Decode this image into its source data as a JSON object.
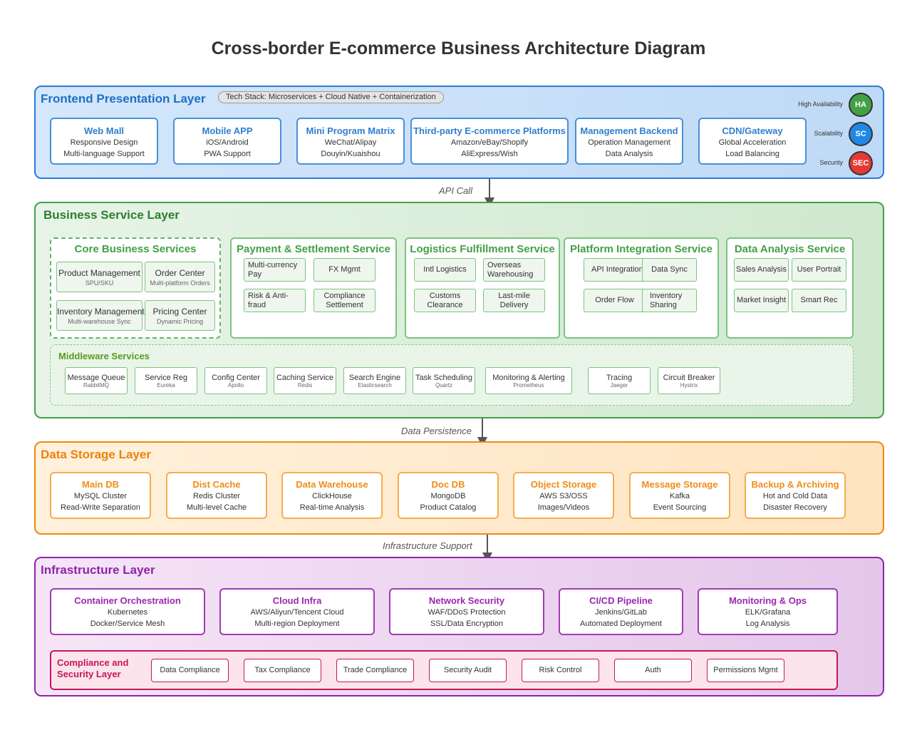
{
  "title": "Cross-border E-commerce Business Architecture Diagram",
  "frontend": {
    "title": "Frontend Presentation Layer",
    "tech_stack": "Tech Stack: Microservices + Cloud Native + Containerization",
    "boxes": [
      {
        "name": "Web Mall",
        "lines": [
          "Responsive Design",
          "Multi-language Support"
        ]
      },
      {
        "name": "Mobile APP",
        "lines": [
          "iOS/Android",
          "PWA Support"
        ]
      },
      {
        "name": "Mini Program Matrix",
        "lines": [
          "WeChat/Alipay",
          "Douyin/Kuaishou"
        ]
      },
      {
        "name": "Third-party E-commerce Platforms",
        "lines": [
          "Amazon/eBay/Shopify",
          "AliExpress/Wish"
        ]
      },
      {
        "name": "Management Backend",
        "lines": [
          "Operation Management",
          "Data Analysis"
        ]
      },
      {
        "name": "CDN/Gateway",
        "lines": [
          "Global Acceleration",
          "Load Balancing"
        ]
      }
    ],
    "indicators": [
      {
        "label": "High Availability",
        "abbr": "HA",
        "color": "#43a047"
      },
      {
        "label": "Scalability",
        "abbr": "SC",
        "color": "#1e88e5"
      },
      {
        "label": "Security",
        "abbr": "SEC",
        "color": "#e53935"
      }
    ]
  },
  "connectors": {
    "api": "API Call",
    "persistence": "Data Persistence",
    "infrastructure": "Infrastructure Support"
  },
  "business": {
    "title": "Business Service Layer",
    "core": {
      "title": "Core Business Services",
      "items": [
        {
          "name": "Product Management",
          "sub": "SPU/SKU"
        },
        {
          "name": "Order Center",
          "sub": "Multi-platform Orders"
        },
        {
          "name": "Inventory Management",
          "sub": "Multi-warehouse Sync"
        },
        {
          "name": "Pricing Center",
          "sub": "Dynamic Pricing"
        }
      ]
    },
    "payment": {
      "title": "Payment & Settlement Service",
      "items": [
        "Multi-currency Pay",
        "FX Mgmt",
        "Risk & Anti-fraud",
        "Compliance Settlement"
      ]
    },
    "logistics": {
      "title": "Logistics Fulfillment Service",
      "items": [
        "Intl Logistics",
        "Overseas Warehousing",
        "Customs Clearance",
        "Last-mile Delivery"
      ]
    },
    "platform": {
      "title": "Platform Integration Service",
      "items": [
        "API Integration",
        "Data Sync",
        "Order Flow",
        "Inventory Sharing"
      ]
    },
    "analysis": {
      "title": "Data Analysis Service",
      "items": [
        "Sales Analysis",
        "User Portrait",
        "Market Insight",
        "Smart Rec"
      ]
    },
    "middleware": {
      "title": "Middleware Services",
      "items": [
        {
          "name": "Message Queue",
          "sub": "RabbitMQ"
        },
        {
          "name": "Service Reg",
          "sub": "Eureka"
        },
        {
          "name": "Config Center",
          "sub": "Apollo"
        },
        {
          "name": "Caching Service",
          "sub": "Redis"
        },
        {
          "name": "Search Engine",
          "sub": "Elasticsearch"
        },
        {
          "name": "Task Scheduling",
          "sub": "Quartz"
        },
        {
          "name": "Monitoring & Alerting",
          "sub": "Prometheus"
        },
        {
          "name": "Tracing",
          "sub": "Jaeger"
        },
        {
          "name": "Circuit Breaker",
          "sub": "Hystrix"
        }
      ]
    }
  },
  "storage": {
    "title": "Data Storage Layer",
    "boxes": [
      {
        "name": "Main DB",
        "lines": [
          "MySQL Cluster",
          "Read-Write Separation"
        ]
      },
      {
        "name": "Dist Cache",
        "lines": [
          "Redis Cluster",
          "Multi-level Cache"
        ]
      },
      {
        "name": "Data Warehouse",
        "lines": [
          "ClickHouse",
          "Real-time Analysis"
        ]
      },
      {
        "name": "Doc DB",
        "lines": [
          "MongoDB",
          "Product Catalog"
        ]
      },
      {
        "name": "Object Storage",
        "lines": [
          "AWS S3/OSS",
          "Images/Videos"
        ]
      },
      {
        "name": "Message Storage",
        "lines": [
          "Kafka",
          "Event Sourcing"
        ]
      },
      {
        "name": "Backup & Archiving",
        "lines": [
          "Hot and Cold Data",
          "Disaster Recovery"
        ]
      }
    ]
  },
  "infra": {
    "title": "Infrastructure Layer",
    "boxes": [
      {
        "name": "Container Orchestration",
        "lines": [
          "Kubernetes",
          "Docker/Service Mesh"
        ]
      },
      {
        "name": "Cloud Infra",
        "lines": [
          "AWS/Aliyun/Tencent Cloud",
          "Multi-region Deployment"
        ]
      },
      {
        "name": "Network Security",
        "lines": [
          "WAF/DDoS Protection",
          "SSL/Data Encryption"
        ]
      },
      {
        "name": "CI/CD Pipeline",
        "lines": [
          "Jenkins/GitLab",
          "Automated Deployment"
        ]
      },
      {
        "name": "Monitoring & Ops",
        "lines": [
          "ELK/Grafana",
          "Log Analysis"
        ]
      }
    ],
    "compliance": {
      "title": "Compliance and Security Layer",
      "items": [
        "Data Compliance",
        "Tax Compliance",
        "Trade Compliance",
        "Security Audit",
        "Risk Control",
        "Auth",
        "Permissions Mgmt"
      ]
    }
  }
}
